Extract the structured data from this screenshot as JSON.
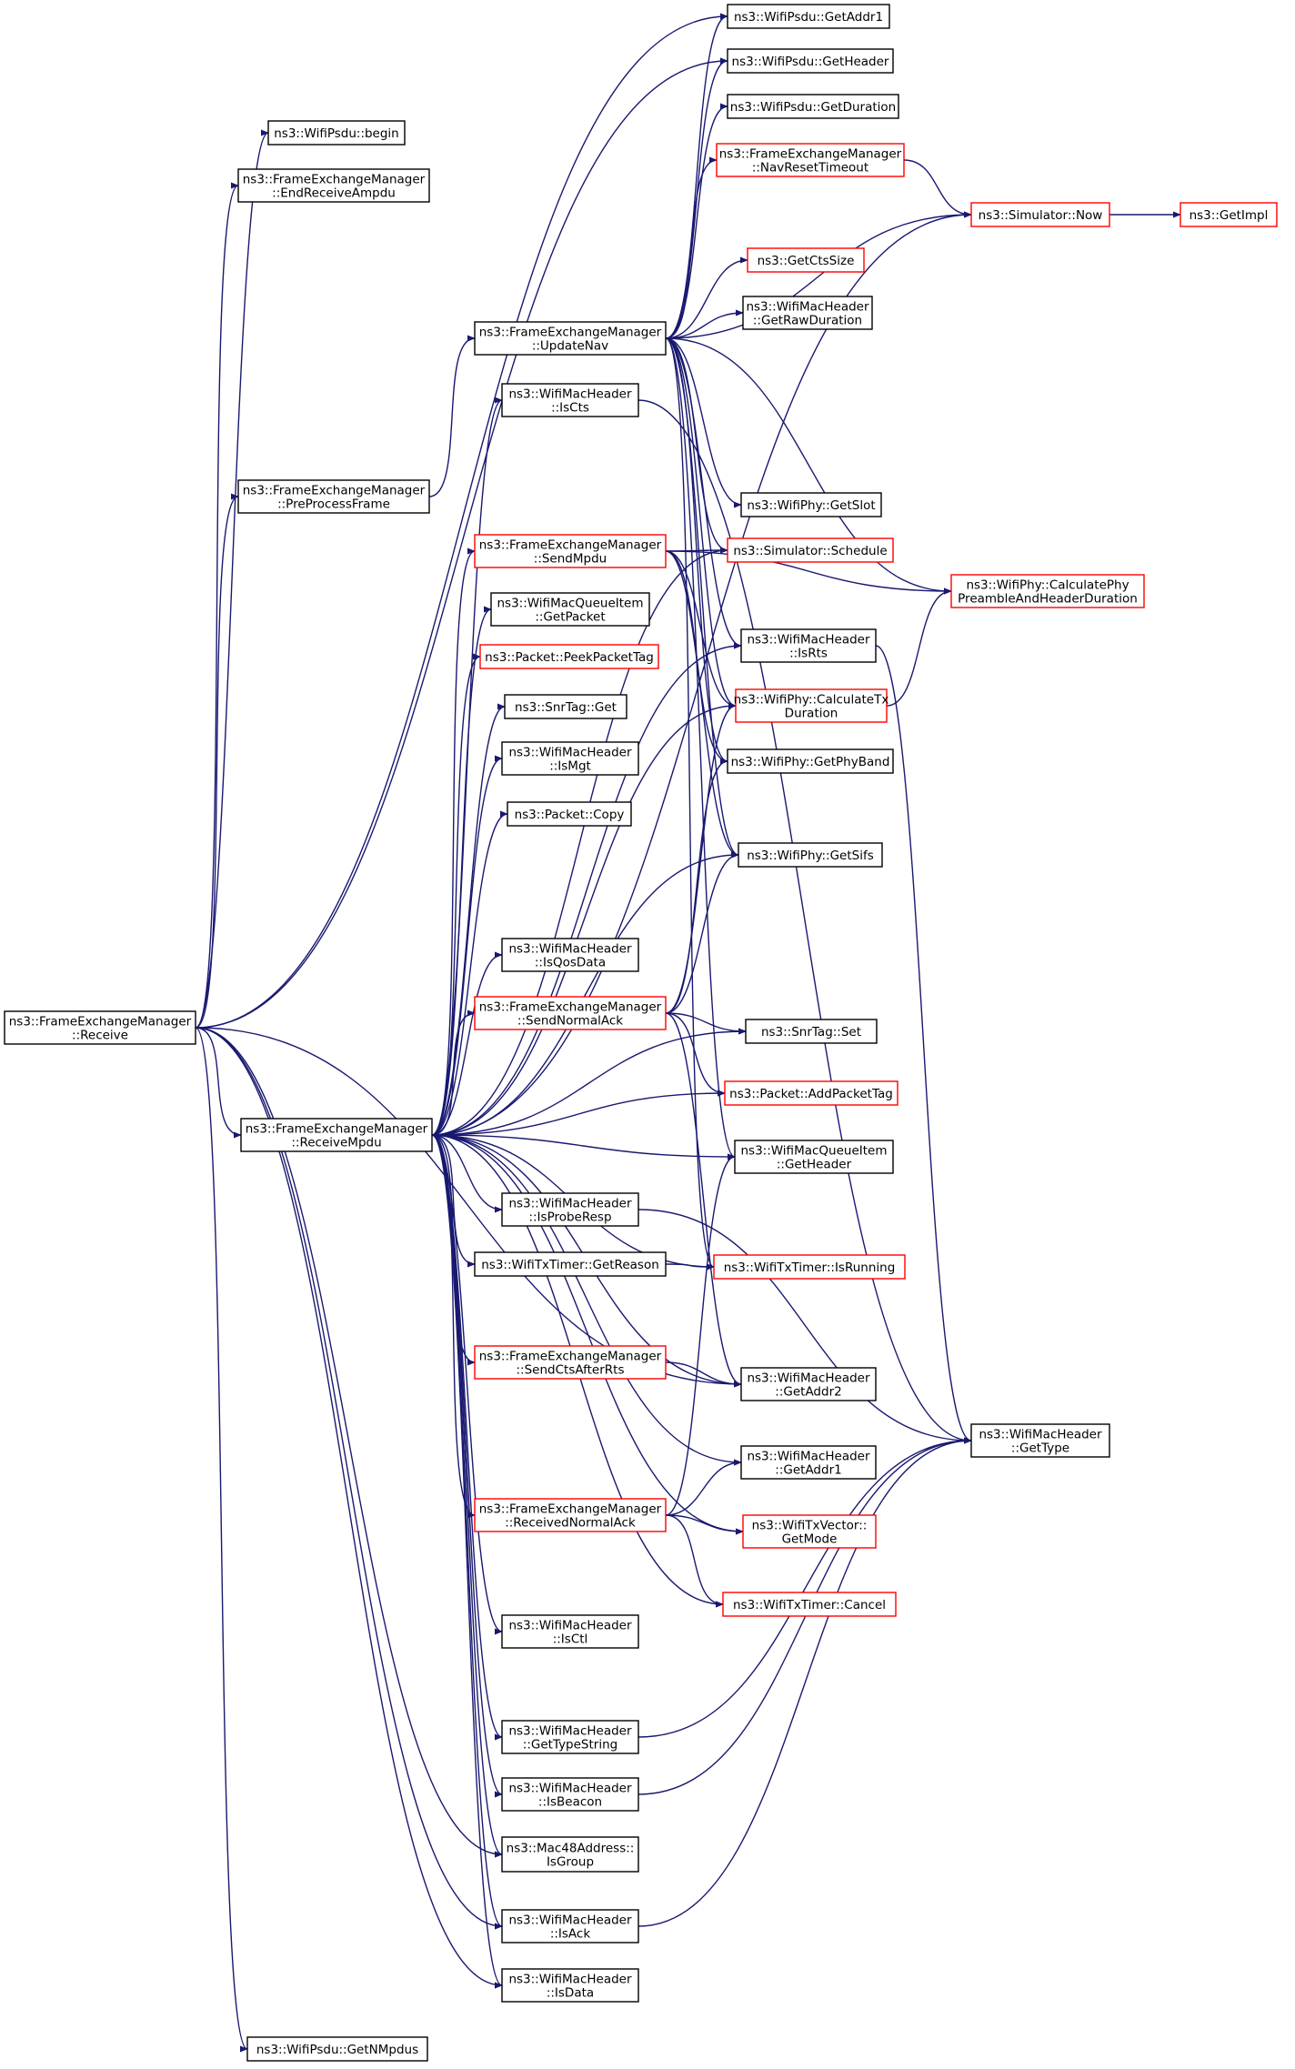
{
  "colors": {
    "edge": "#191970",
    "node_border": "#000000",
    "node_border_truncated": "#ff0000",
    "root_fill": "#bfbfbf",
    "text": "#000000"
  },
  "nodes": [
    {
      "id": "receive",
      "lines": [
        "ns3::FrameExchangeManager",
        "::Receive"
      ],
      "root": true
    },
    {
      "id": "psdu_getaddr1",
      "lines": [
        "ns3::WifiPsdu::GetAddr1"
      ]
    },
    {
      "id": "psdu_getheader",
      "lines": [
        "ns3::WifiPsdu::GetHeader"
      ]
    },
    {
      "id": "psdu_getduration",
      "lines": [
        "ns3::WifiPsdu::GetDuration"
      ]
    },
    {
      "id": "navreset",
      "lines": [
        "ns3::FrameExchangeManager",
        "::NavResetTimeout"
      ],
      "truncated": true
    },
    {
      "id": "sim_now",
      "lines": [
        "ns3::Simulator::Now"
      ],
      "truncated": true
    },
    {
      "id": "getimpl",
      "lines": [
        "ns3::GetImpl"
      ],
      "truncated": true
    },
    {
      "id": "psdu_begin",
      "lines": [
        "ns3::WifiPsdu::begin"
      ]
    },
    {
      "id": "endrecvampdu",
      "lines": [
        "ns3::FrameExchangeManager",
        "::EndReceiveAmpdu"
      ]
    },
    {
      "id": "getctssize",
      "lines": [
        "ns3::GetCtsSize"
      ],
      "truncated": true
    },
    {
      "id": "getrawduration",
      "lines": [
        "ns3::WifiMacHeader",
        "::GetRawDuration"
      ]
    },
    {
      "id": "updatenav",
      "lines": [
        "ns3::FrameExchangeManager",
        "::UpdateNav"
      ]
    },
    {
      "id": "iscts",
      "lines": [
        "ns3::WifiMacHeader",
        "::IsCts"
      ]
    },
    {
      "id": "preprocess",
      "lines": [
        "ns3::FrameExchangeManager",
        "::PreProcessFrame"
      ]
    },
    {
      "id": "getslot",
      "lines": [
        "ns3::WifiPhy::GetSlot"
      ]
    },
    {
      "id": "sendmpdu",
      "lines": [
        "ns3::FrameExchangeManager",
        "::SendMpdu"
      ],
      "truncated": true
    },
    {
      "id": "schedule",
      "lines": [
        "ns3::Simulator::Schedule"
      ],
      "truncated": true
    },
    {
      "id": "calcpreamble",
      "lines": [
        "ns3::WifiPhy::CalculatePhy",
        "PreambleAndHeaderDuration"
      ],
      "truncated": true
    },
    {
      "id": "qi_getpacket",
      "lines": [
        "ns3::WifiMacQueueItem",
        "::GetPacket"
      ]
    },
    {
      "id": "isrts",
      "lines": [
        "ns3::WifiMacHeader",
        "::IsRts"
      ]
    },
    {
      "id": "peekpackettag",
      "lines": [
        "ns3::Packet::PeekPacketTag"
      ],
      "truncated": true
    },
    {
      "id": "calctx",
      "lines": [
        "ns3::WifiPhy::CalculateTx",
        "Duration"
      ],
      "truncated": true
    },
    {
      "id": "snrget",
      "lines": [
        "ns3::SnrTag::Get"
      ]
    },
    {
      "id": "ismgt",
      "lines": [
        "ns3::WifiMacHeader",
        "::IsMgt"
      ]
    },
    {
      "id": "getphyband",
      "lines": [
        "ns3::WifiPhy::GetPhyBand"
      ]
    },
    {
      "id": "pktcopy",
      "lines": [
        "ns3::Packet::Copy"
      ]
    },
    {
      "id": "getsifs",
      "lines": [
        "ns3::WifiPhy::GetSifs"
      ]
    },
    {
      "id": "isqosdata",
      "lines": [
        "ns3::WifiMacHeader",
        "::IsQosData"
      ]
    },
    {
      "id": "sendnormalack",
      "lines": [
        "ns3::FrameExchangeManager",
        "::SendNormalAck"
      ],
      "truncated": true
    },
    {
      "id": "snrset",
      "lines": [
        "ns3::SnrTag::Set"
      ]
    },
    {
      "id": "addpackettag",
      "lines": [
        "ns3::Packet::AddPacketTag"
      ],
      "truncated": true
    },
    {
      "id": "receivempdu",
      "lines": [
        "ns3::FrameExchangeManager",
        "::ReceiveMpdu"
      ]
    },
    {
      "id": "qi_getheader",
      "lines": [
        "ns3::WifiMacQueueItem",
        "::GetHeader"
      ]
    },
    {
      "id": "isproberesp",
      "lines": [
        "ns3::WifiMacHeader",
        "::IsProbeResp"
      ]
    },
    {
      "id": "getreason",
      "lines": [
        "ns3::WifiTxTimer::GetReason"
      ]
    },
    {
      "id": "isrunning",
      "lines": [
        "ns3::WifiTxTimer::IsRunning"
      ],
      "truncated": true
    },
    {
      "id": "sendctsafterrts",
      "lines": [
        "ns3::FrameExchangeManager",
        "::SendCtsAfterRts"
      ],
      "truncated": true
    },
    {
      "id": "getaddr2",
      "lines": [
        "ns3::WifiMacHeader",
        "::GetAddr2"
      ]
    },
    {
      "id": "gettype",
      "lines": [
        "ns3::WifiMacHeader",
        "::GetType"
      ]
    },
    {
      "id": "getaddr1",
      "lines": [
        "ns3::WifiMacHeader",
        "::GetAddr1"
      ]
    },
    {
      "id": "recvnormalack",
      "lines": [
        "ns3::FrameExchangeManager",
        "::ReceivedNormalAck"
      ],
      "truncated": true
    },
    {
      "id": "getmode",
      "lines": [
        "ns3::WifiTxVector::",
        "GetMode"
      ],
      "truncated": true
    },
    {
      "id": "cancel",
      "lines": [
        "ns3::WifiTxTimer::Cancel"
      ],
      "truncated": true
    },
    {
      "id": "isctl",
      "lines": [
        "ns3::WifiMacHeader",
        "::IsCtl"
      ]
    },
    {
      "id": "gettypestring",
      "lines": [
        "ns3::WifiMacHeader",
        "::GetTypeString"
      ]
    },
    {
      "id": "isbeacon",
      "lines": [
        "ns3::WifiMacHeader",
        "::IsBeacon"
      ]
    },
    {
      "id": "isgroup",
      "lines": [
        "ns3::Mac48Address::",
        "IsGroup"
      ]
    },
    {
      "id": "isack",
      "lines": [
        "ns3::WifiMacHeader",
        "::IsAck"
      ]
    },
    {
      "id": "isdata",
      "lines": [
        "ns3::WifiMacHeader",
        "::IsData"
      ]
    },
    {
      "id": "getnmpdus",
      "lines": [
        "ns3::WifiPsdu::GetNMpdus"
      ]
    }
  ],
  "edges": [
    [
      "receive",
      "psdu_getaddr1"
    ],
    [
      "receive",
      "psdu_begin"
    ],
    [
      "receive",
      "endrecvampdu"
    ],
    [
      "receive",
      "preprocess"
    ],
    [
      "receive",
      "receivempdu"
    ],
    [
      "receive",
      "getnmpdus"
    ],
    [
      "receive",
      "isgroup"
    ],
    [
      "receive",
      "isack"
    ],
    [
      "receive",
      "isdata"
    ],
    [
      "receive",
      "getaddr2"
    ],
    [
      "receive",
      "psdu_getheader"
    ],
    [
      "preprocess",
      "updatenav"
    ],
    [
      "updatenav",
      "psdu_getaddr1"
    ],
    [
      "updatenav",
      "psdu_getheader"
    ],
    [
      "updatenav",
      "psdu_getduration"
    ],
    [
      "updatenav",
      "navreset"
    ],
    [
      "updatenav",
      "sim_now"
    ],
    [
      "updatenav",
      "getctssize"
    ],
    [
      "updatenav",
      "getrawduration"
    ],
    [
      "updatenav",
      "getslot"
    ],
    [
      "updatenav",
      "schedule"
    ],
    [
      "updatenav",
      "calcpreamble"
    ],
    [
      "updatenav",
      "isrts"
    ],
    [
      "updatenav",
      "calctx"
    ],
    [
      "updatenav",
      "getphyband"
    ],
    [
      "updatenav",
      "getsifs"
    ],
    [
      "updatenav",
      "qi_getheader"
    ],
    [
      "updatenav",
      "isrunning"
    ],
    [
      "navreset",
      "sim_now"
    ],
    [
      "sim_now",
      "getimpl"
    ],
    [
      "iscts",
      "gettype"
    ],
    [
      "isrts",
      "gettype"
    ],
    [
      "isproberesp",
      "gettype"
    ],
    [
      "gettypestring",
      "gettype"
    ],
    [
      "isbeacon",
      "gettype"
    ],
    [
      "isack",
      "gettype"
    ],
    [
      "calctx",
      "calcpreamble"
    ],
    [
      "sendmpdu",
      "schedule"
    ],
    [
      "sendmpdu",
      "calcpreamble"
    ],
    [
      "sendmpdu",
      "calctx"
    ],
    [
      "sendmpdu",
      "getphyband"
    ],
    [
      "sendmpdu",
      "getsifs"
    ],
    [
      "sendnormalack",
      "calctx"
    ],
    [
      "sendnormalack",
      "getphyband"
    ],
    [
      "sendnormalack",
      "getsifs"
    ],
    [
      "sendnormalack",
      "snrset"
    ],
    [
      "sendnormalack",
      "addpackettag"
    ],
    [
      "sendnormalack",
      "getaddr2"
    ],
    [
      "sendctsafterrts",
      "getaddr2"
    ],
    [
      "getreason",
      "isrunning"
    ],
    [
      "recvnormalack",
      "qi_getheader"
    ],
    [
      "recvnormalack",
      "getaddr1"
    ],
    [
      "recvnormalack",
      "getmode"
    ],
    [
      "recvnormalack",
      "cancel"
    ],
    [
      "receivempdu",
      "iscts"
    ],
    [
      "receivempdu",
      "sendmpdu"
    ],
    [
      "receivempdu",
      "qi_getpacket"
    ],
    [
      "receivempdu",
      "peekpackettag"
    ],
    [
      "receivempdu",
      "snrget"
    ],
    [
      "receivempdu",
      "ismgt"
    ],
    [
      "receivempdu",
      "pktcopy"
    ],
    [
      "receivempdu",
      "isqosdata"
    ],
    [
      "receivempdu",
      "sendnormalack"
    ],
    [
      "receivempdu",
      "snrset"
    ],
    [
      "receivempdu",
      "addpackettag"
    ],
    [
      "receivempdu",
      "qi_getheader"
    ],
    [
      "receivempdu",
      "isproberesp"
    ],
    [
      "receivempdu",
      "getreason"
    ],
    [
      "receivempdu",
      "isrunning"
    ],
    [
      "receivempdu",
      "sendctsafterrts"
    ],
    [
      "receivempdu",
      "getaddr2"
    ],
    [
      "receivempdu",
      "getaddr1"
    ],
    [
      "receivempdu",
      "recvnormalack"
    ],
    [
      "receivempdu",
      "getmode"
    ],
    [
      "receivempdu",
      "cancel"
    ],
    [
      "receivempdu",
      "isctl"
    ],
    [
      "receivempdu",
      "gettypestring"
    ],
    [
      "receivempdu",
      "isbeacon"
    ],
    [
      "receivempdu",
      "isgroup"
    ],
    [
      "receivempdu",
      "isack"
    ],
    [
      "receivempdu",
      "isdata"
    ],
    [
      "receivempdu",
      "sim_now"
    ],
    [
      "receivempdu",
      "getsifs"
    ],
    [
      "receivempdu",
      "calctx"
    ],
    [
      "receivempdu",
      "isrts"
    ],
    [
      "receivempdu",
      "schedule"
    ]
  ]
}
